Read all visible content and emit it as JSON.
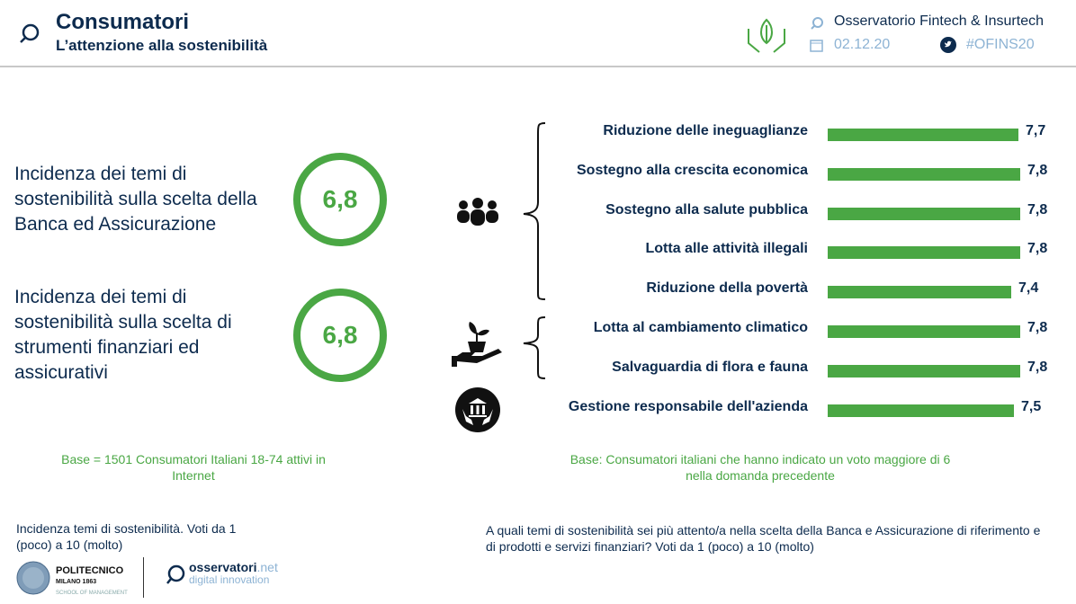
{
  "header": {
    "title": "Consumatori",
    "subtitle": "L’attenzione alla sostenibilità",
    "observatory": "Osservatorio Fintech & Insurtech",
    "date": "02.12.20",
    "hashtag": "#OFINS20"
  },
  "left": {
    "items": [
      {
        "label": "Incidenza dei temi di sostenibilità sulla scelta della Banca ed Assicurazione",
        "value": "6,8"
      },
      {
        "label": "Incidenza dei temi di sostenibilità sulla scelta di strumenti finanziari ed assicurativi",
        "value": "6,8"
      }
    ],
    "base": "Base = 1501 Consumatori Italiani 18-74 attivi in Internet",
    "footnote": "Incidenza temi di sostenibilità. Voti da 1 (poco) a 10 (molto)"
  },
  "right": {
    "bars": [
      {
        "label": "Riduzione delle ineguaglianze",
        "value": 7.7,
        "display": "7,7"
      },
      {
        "label": "Sostegno alla crescita economica",
        "value": 7.8,
        "display": "7,8"
      },
      {
        "label": "Sostegno alla salute pubblica",
        "value": 7.8,
        "display": "7,8"
      },
      {
        "label": "Lotta alle attività illegali",
        "value": 7.8,
        "display": "7,8"
      },
      {
        "label": "Riduzione della povertà",
        "value": 7.4,
        "display": "7,4"
      },
      {
        "label": "Lotta al cambiamento climatico",
        "value": 7.8,
        "display": "7,8"
      },
      {
        "label": "Salvaguardia di flora e fauna",
        "value": 7.8,
        "display": "7,8"
      },
      {
        "label": "Gestione responsabile dell'azienda",
        "value": 7.5,
        "display": "7,5"
      }
    ],
    "base": "Base: Consumatori italiani che hanno indicato un voto maggiore di 6 nella domanda precedente",
    "footnote": "A quali temi di sostenibilità sei più attento/a nella scelta della Banca e Assicurazione di riferimento e di prodotti e servizi finanziari? Voti da 1 (poco) a 10 (molto)"
  },
  "logos": {
    "polimi": "POLITECNICO MILANO 1863 SCHOOL OF MANAGEMENT",
    "osservatori": "osservatori.net digital innovation"
  },
  "colors": {
    "green": "#4aa744",
    "navy": "#0d2b4e",
    "light": "#8db3d4"
  }
}
